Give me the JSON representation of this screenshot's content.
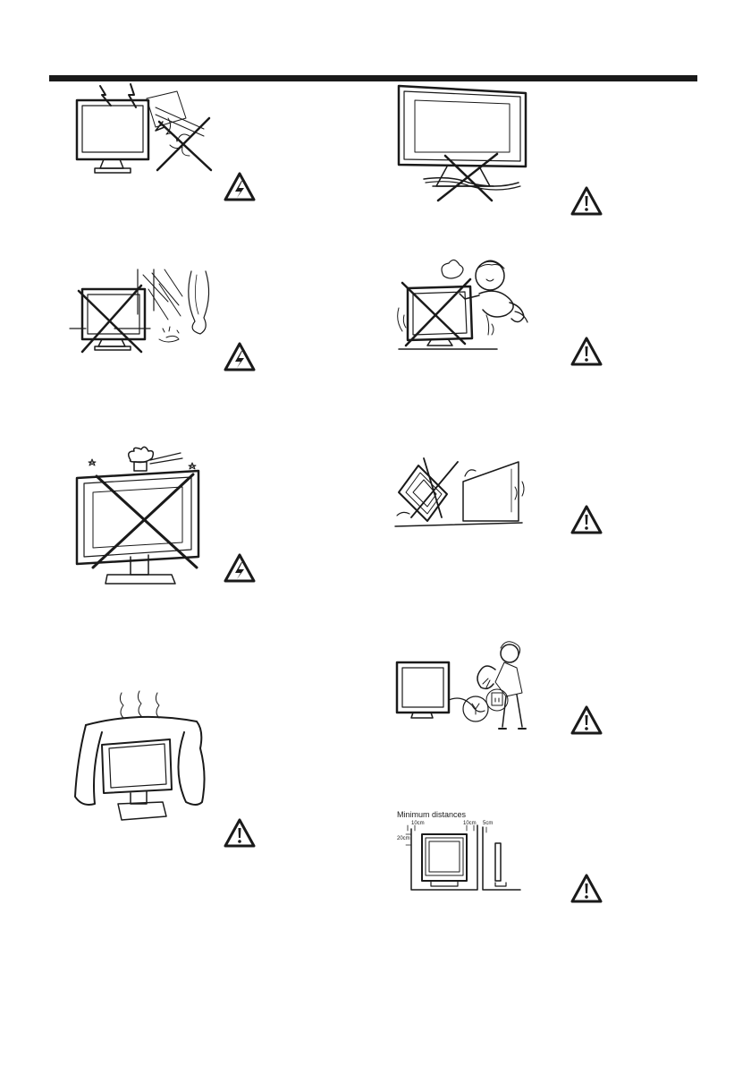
{
  "page": {
    "illustrations": [
      {
        "id": "lightning-tv",
        "icon": "electric-shock-warning-icon"
      },
      {
        "id": "rain-window-tv",
        "icon": "electric-shock-warning-icon"
      },
      {
        "id": "vase-on-tv",
        "icon": "electric-shock-warning-icon"
      },
      {
        "id": "covered-tv",
        "icon": "caution-warning-icon"
      },
      {
        "id": "cable-under-tv",
        "icon": "caution-warning-icon"
      },
      {
        "id": "child-climbing-tv",
        "icon": "caution-warning-icon"
      },
      {
        "id": "tv-falling",
        "icon": "caution-warning-icon"
      },
      {
        "id": "unplug-tv",
        "icon": "caution-warning-icon"
      },
      {
        "id": "ventilation-distances",
        "icon": "caution-warning-icon"
      }
    ],
    "ventilation": {
      "title": "Minimum distances",
      "top": "10cm",
      "side": "10cm",
      "back": "5cm",
      "left": "20cm"
    }
  }
}
